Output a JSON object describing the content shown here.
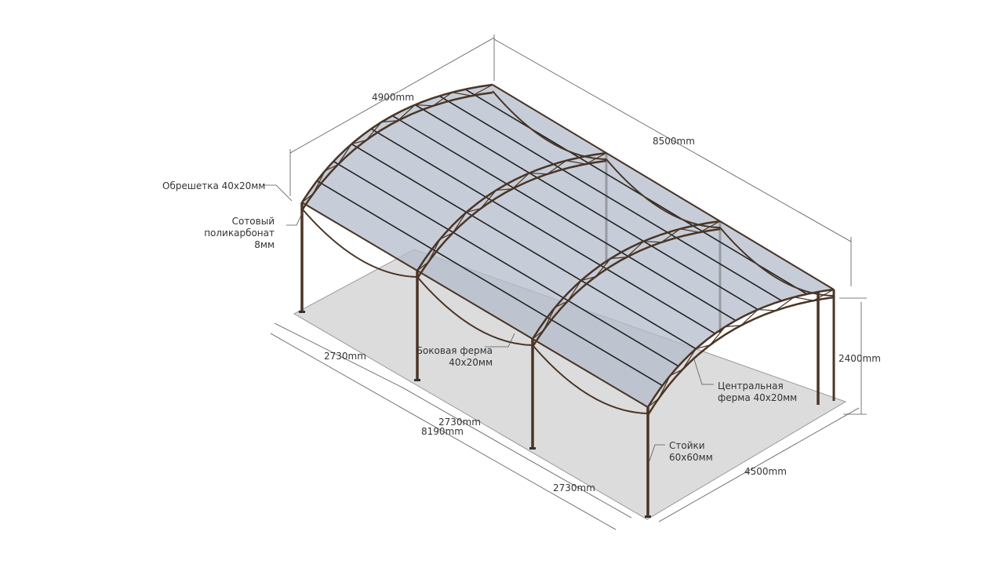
{
  "labels": {
    "width_top": "4900mm",
    "length_top": "8500mm",
    "lathing": "Обрешетка 40x20мм",
    "polycarbonate_1": "Сотовый",
    "polycarbonate_2": "поликарбонат",
    "polycarbonate_3": "8мм",
    "side_truss_1": "Боковая ферма",
    "side_truss_2": "40x20мм",
    "central_truss_1": "Центральная",
    "central_truss_2": "ферма 40x20мм",
    "posts_1": "Стойки",
    "posts_2": "60x60мм",
    "span_1": "2730mm",
    "span_2": "2730mm",
    "span_3": "2730mm",
    "total_length": "8190mm",
    "width_bottom": "4500mm",
    "height": "2400mm"
  },
  "colors": {
    "frame": "#4a3526",
    "roof": "#b4bccb",
    "floor": "#dcdcdc",
    "dim": "#555555"
  }
}
